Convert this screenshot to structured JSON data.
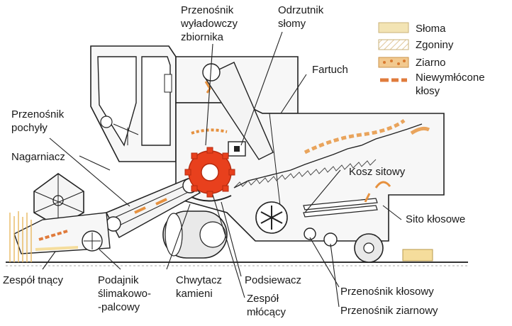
{
  "labels": {
    "przenosnik_zbiornika": [
      "Przenośnik",
      "wyładowczy",
      "zbiornika"
    ],
    "odrzutnik_slomy": [
      "Odrzutnik",
      "słomy"
    ],
    "fartuch": "Fartuch",
    "przenosnik_pochyly": [
      "Przenośnik",
      "pochyły"
    ],
    "nagarniacz": "Nagarniacz",
    "kosz_sitowy": "Kosz sitowy",
    "sito_klosowe": "Sito kłosowe",
    "zespol_tnacy": "Zespół tnący",
    "podajnik": [
      "Podajnik",
      "ślimakowo-",
      "-palcowy"
    ],
    "chwytacz": [
      "Chwytacz",
      "kamieni"
    ],
    "podsiewacz": "Podsiewacz",
    "zespol_mlocacy": [
      "Zespół",
      "młócący"
    ],
    "przenosnik_klosowy": "Przenośnik kłosowy",
    "przenosnik_ziarnowy": "Przenośnik ziarnowy"
  },
  "legend": [
    {
      "label": "Słoma",
      "color": "#f3e4b4"
    },
    {
      "label": "Zgoniny",
      "color": "#efe2c8"
    },
    {
      "label": "Ziarno",
      "color": "#e9a45c"
    },
    {
      "label": "Niewymłócone",
      "label2": "kłosy",
      "color": "#e07b3c"
    }
  ],
  "colors": {
    "rotor": "#e8401d",
    "straw": "#f5dd9c",
    "grain": "#e6913f",
    "ground": "#333333"
  }
}
